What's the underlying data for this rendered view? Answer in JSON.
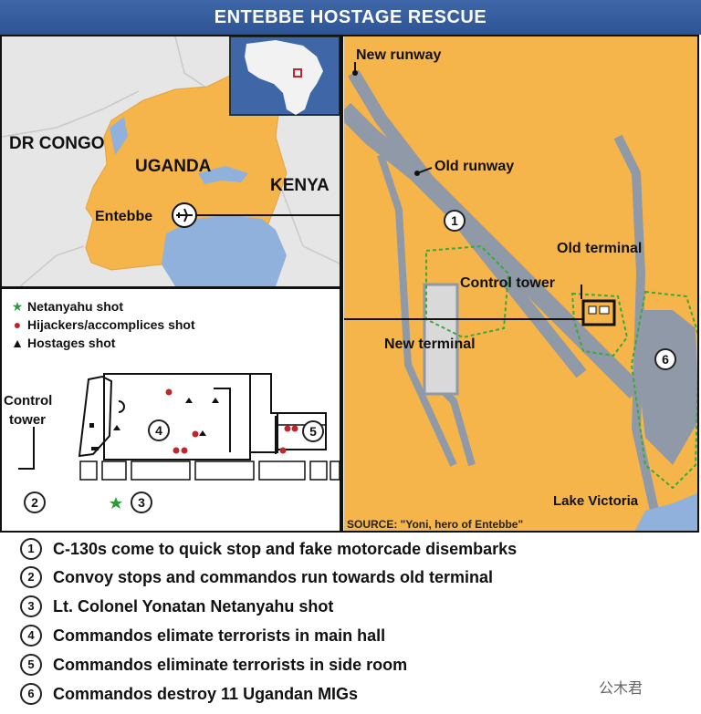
{
  "title": "ENTEBBE HOSTAGE RESCUE",
  "regional_map": {
    "labels": {
      "dr_congo": "DR CONGO",
      "uganda": "UGANDA",
      "kenya": "KENYA",
      "entebbe": "Entebbe"
    }
  },
  "airport_map": {
    "labels": {
      "new_runway": "New runway",
      "old_runway": "Old runway",
      "old_terminal": "Old terminal",
      "control_tower": "Control tower",
      "new_terminal": "New terminal",
      "lake_victoria": "Lake Victoria"
    },
    "markers": [
      "1",
      "6"
    ],
    "source": "SOURCE: \"Yoni, hero of Entebbe\""
  },
  "terminal_detail": {
    "legend": [
      {
        "symbol": "star",
        "color": "#2e9b3a",
        "label": "Netanyahu shot"
      },
      {
        "symbol": "dot",
        "color": "#c0272d",
        "label": "Hijackers/accomplices shot"
      },
      {
        "symbol": "triangle",
        "color": "#111111",
        "label": "Hostages shot"
      }
    ],
    "control_tower_label_line1": "Control",
    "control_tower_label_line2": "tower",
    "markers": [
      "4",
      "5",
      "2",
      "3"
    ]
  },
  "steps": [
    {
      "num": "1",
      "text": "C-130s come to quick stop and fake motorcade disembarks"
    },
    {
      "num": "2",
      "text": "Convoy stops and commandos run towards old terminal"
    },
    {
      "num": "3",
      "text": "Lt. Colonel Yonatan Netanyahu shot"
    },
    {
      "num": "4",
      "text": "Commandos elimate terrorists in main hall"
    },
    {
      "num": "5",
      "text": "Commandos eliminate terrorists in side room"
    },
    {
      "num": "6",
      "text": "Commandos destroy 11 Ugandan MIGs"
    }
  ],
  "watermark": "公木君",
  "colors": {
    "title_bg": "#2d5596",
    "land_orange": "#f6b54a",
    "map_grey": "#e4e4e4",
    "lake_blue": "#8fb1dc",
    "tarmac": "#9aa4b2",
    "border_dash": "#3aa83a"
  }
}
